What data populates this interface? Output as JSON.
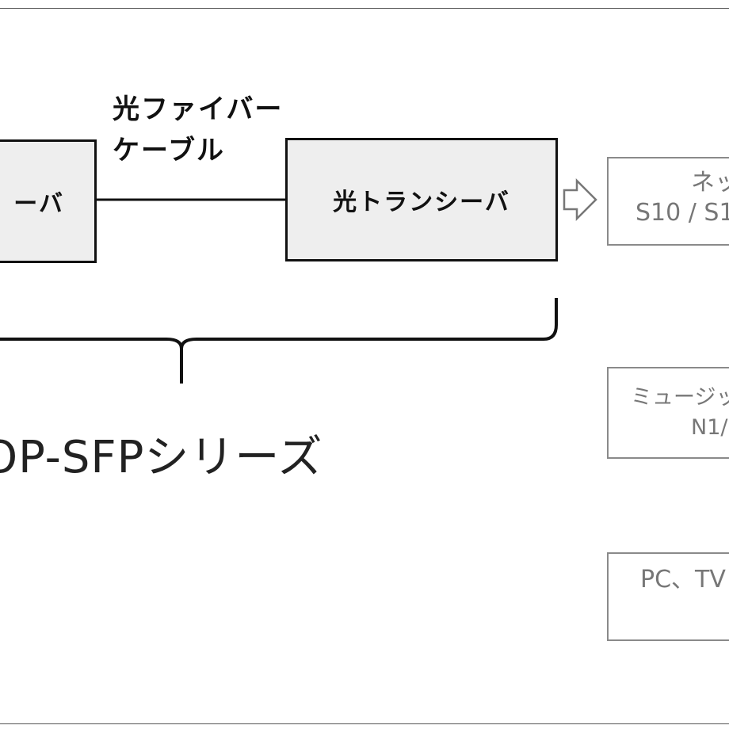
{
  "diagram": {
    "fiber_label_line1": "光ファイバー",
    "fiber_label_line2": "ケーブル",
    "left_transceiver_label": "ーバ",
    "mid_transceiver_label": "光トランシーバ",
    "series_label": "OP-SFPシリーズ",
    "net_box": {
      "line1": "ネット",
      "line2": "S10 / S1"
    },
    "music_box": {
      "line1": "ミュージッ",
      "line2": "N1/"
    },
    "pc_box": {
      "line1": "PC、TV"
    },
    "colors": {
      "main_stroke": "#111111",
      "box_fill": "#eeeeee",
      "gray_stroke": "#8a8a8a",
      "gray_text": "#777777"
    }
  }
}
